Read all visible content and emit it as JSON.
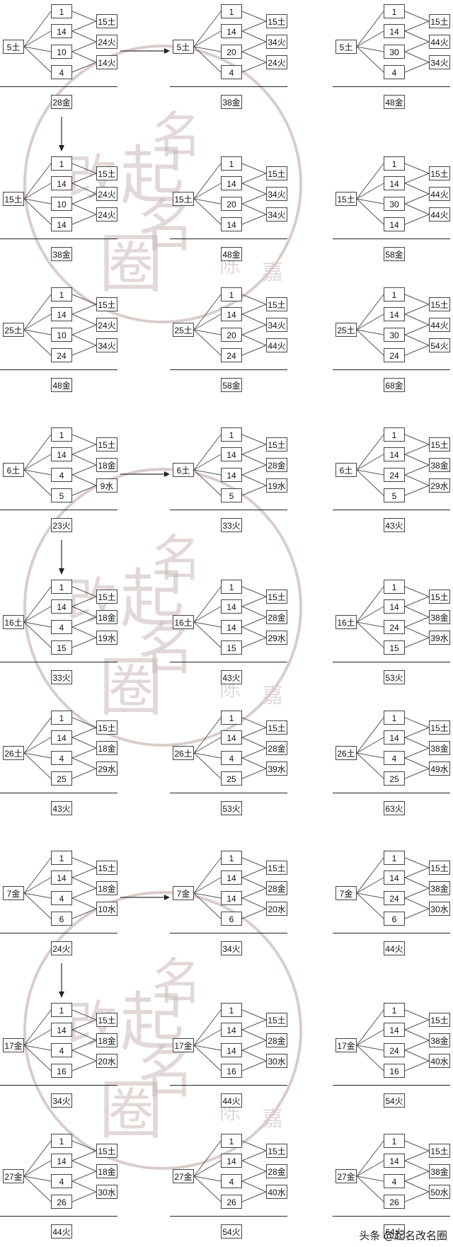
{
  "watermark": {
    "chars": [
      "起",
      "名",
      "改",
      "名",
      "圈",
      "陈",
      "嘉"
    ],
    "color": "#c9bab7"
  },
  "footer_text": "头条 @起名改名圈",
  "groups": [
    {
      "name": "5",
      "rows": [
        [
          {
            "root": "5土",
            "nums": [
              "1",
              "14",
              "10",
              "4"
            ],
            "res": [
              "15土",
              "24火",
              "14火"
            ],
            "total": "28金"
          },
          {
            "root": "5土",
            "nums": [
              "1",
              "14",
              "20",
              "4"
            ],
            "res": [
              "15土",
              "34火",
              "24火"
            ],
            "total": "38金"
          },
          {
            "root": "5土",
            "nums": [
              "1",
              "14",
              "30",
              "4"
            ],
            "res": [
              "15土",
              "44火",
              "34火"
            ],
            "total": "48金"
          }
        ],
        [
          {
            "root": "15土",
            "nums": [
              "1",
              "14",
              "10",
              "14"
            ],
            "res": [
              "15土",
              "24火",
              "24火"
            ],
            "total": "38金"
          },
          {
            "root": "15土",
            "nums": [
              "1",
              "14",
              "20",
              "14"
            ],
            "res": [
              "15土",
              "34火",
              "34火"
            ],
            "total": "48金"
          },
          {
            "root": "15土",
            "nums": [
              "1",
              "14",
              "30",
              "14"
            ],
            "res": [
              "15土",
              "44火",
              "44火"
            ],
            "total": "58金"
          }
        ],
        [
          {
            "root": "25土",
            "nums": [
              "1",
              "14",
              "10",
              "24"
            ],
            "res": [
              "15土",
              "24火",
              "34火"
            ],
            "total": "48金"
          },
          {
            "root": "25土",
            "nums": [
              "1",
              "14",
              "20",
              "24"
            ],
            "res": [
              "15土",
              "34火",
              "44火"
            ],
            "total": "58金"
          },
          {
            "root": "25土",
            "nums": [
              "1",
              "14",
              "30",
              "24"
            ],
            "res": [
              "15土",
              "44火",
              "54火"
            ],
            "total": "68金"
          }
        ]
      ]
    },
    {
      "name": "6",
      "rows": [
        [
          {
            "root": "6土",
            "nums": [
              "1",
              "14",
              "4",
              "5"
            ],
            "res": [
              "15土",
              "18金",
              "9水"
            ],
            "total": "23火"
          },
          {
            "root": "6土",
            "nums": [
              "1",
              "14",
              "14",
              "5"
            ],
            "res": [
              "15土",
              "28金",
              "19水"
            ],
            "total": "33火"
          },
          {
            "root": "6土",
            "nums": [
              "1",
              "14",
              "24",
              "5"
            ],
            "res": [
              "15土",
              "38金",
              "29水"
            ],
            "total": "43火"
          }
        ],
        [
          {
            "root": "16土",
            "nums": [
              "1",
              "14",
              "4",
              "15"
            ],
            "res": [
              "15土",
              "18金",
              "19水"
            ],
            "total": "33火"
          },
          {
            "root": "16土",
            "nums": [
              "1",
              "14",
              "14",
              "15"
            ],
            "res": [
              "15土",
              "28金",
              "29水"
            ],
            "total": "43火"
          },
          {
            "root": "16土",
            "nums": [
              "1",
              "14",
              "24",
              "15"
            ],
            "res": [
              "15土",
              "38金",
              "39水"
            ],
            "total": "53火"
          }
        ],
        [
          {
            "root": "26土",
            "nums": [
              "1",
              "14",
              "4",
              "25"
            ],
            "res": [
              "15土",
              "18金",
              "29水"
            ],
            "total": "43火"
          },
          {
            "root": "26土",
            "nums": [
              "1",
              "14",
              "4",
              "25"
            ],
            "res": [
              "15土",
              "28金",
              "39水"
            ],
            "total": "53火"
          },
          {
            "root": "26土",
            "nums": [
              "1",
              "14",
              "4",
              "25"
            ],
            "res": [
              "15土",
              "38金",
              "49水"
            ],
            "total": "63火"
          }
        ]
      ]
    },
    {
      "name": "7",
      "rows": [
        [
          {
            "root": "7金",
            "nums": [
              "1",
              "14",
              "4",
              "6"
            ],
            "res": [
              "15土",
              "18金",
              "10水"
            ],
            "total": "24火"
          },
          {
            "root": "7金",
            "nums": [
              "1",
              "14",
              "14",
              "6"
            ],
            "res": [
              "15土",
              "28金",
              "20水"
            ],
            "total": "34火"
          },
          {
            "root": "7金",
            "nums": [
              "1",
              "14",
              "24",
              "6"
            ],
            "res": [
              "15土",
              "38金",
              "30水"
            ],
            "total": "44火"
          }
        ],
        [
          {
            "root": "17金",
            "nums": [
              "1",
              "14",
              "4",
              "16"
            ],
            "res": [
              "15土",
              "18金",
              "20水"
            ],
            "total": "34火"
          },
          {
            "root": "17金",
            "nums": [
              "1",
              "14",
              "14",
              "16"
            ],
            "res": [
              "15土",
              "28金",
              "30水"
            ],
            "total": "44火"
          },
          {
            "root": "17金",
            "nums": [
              "1",
              "14",
              "24",
              "16"
            ],
            "res": [
              "15土",
              "38金",
              "40水"
            ],
            "total": "54火"
          }
        ],
        [
          {
            "root": "27金",
            "nums": [
              "1",
              "14",
              "4",
              "26"
            ],
            "res": [
              "15土",
              "18金",
              "30水"
            ],
            "total": "44火"
          },
          {
            "root": "27金",
            "nums": [
              "1",
              "14",
              "4",
              "26"
            ],
            "res": [
              "15土",
              "28金",
              "40水"
            ],
            "total": "54火"
          },
          {
            "root": "27金",
            "nums": [
              "1",
              "14",
              "4",
              "26"
            ],
            "res": [
              "15土",
              "38金",
              "50水"
            ],
            "total": "64火"
          }
        ]
      ]
    }
  ]
}
